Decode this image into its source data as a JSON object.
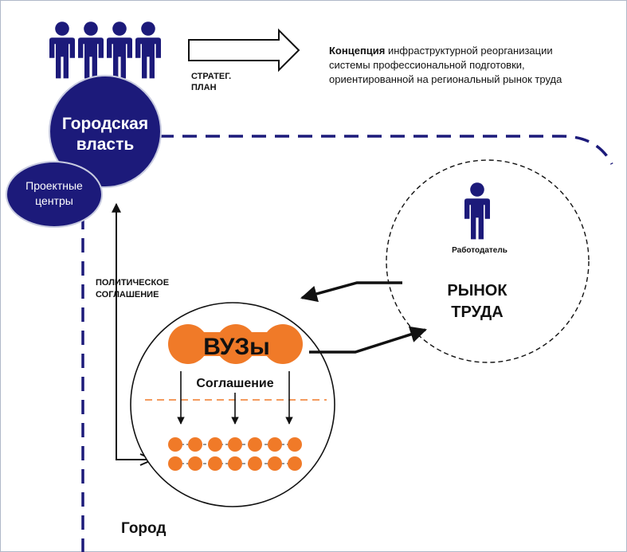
{
  "colors": {
    "navy": "#1c1a7a",
    "orange": "#f07a28",
    "black": "#111111",
    "frame": "#b0b8c8"
  },
  "icons": [
    "person-icon"
  ],
  "header": {
    "arrow_label_line1": "СТРАТЕГ.",
    "arrow_label_line2": "ПЛАН",
    "concept_bold": "Концепция",
    "concept_rest_line1": " инфраструктурной реорганизации",
    "concept_line2": "системы профессиональной подготовки,",
    "concept_line3": "ориентированной на региональный рынок труда"
  },
  "city_power": {
    "line1": "Городская",
    "line2": "власть"
  },
  "project_centers": {
    "line1": "Проектные",
    "line2": "центры"
  },
  "political_agreement": {
    "line1": "ПОЛИТИЧЕСКОЕ",
    "line2": "СОГЛАШЕНИЕ"
  },
  "universities": {
    "title": "ВУЗы",
    "agreement": "Соглашение",
    "node_rows": 2,
    "nodes_per_row": 7
  },
  "labor_market": {
    "employer": "Работодатель",
    "line1": "РЫНОК",
    "line2": "ТРУДА"
  },
  "city": {
    "label": "Город"
  }
}
